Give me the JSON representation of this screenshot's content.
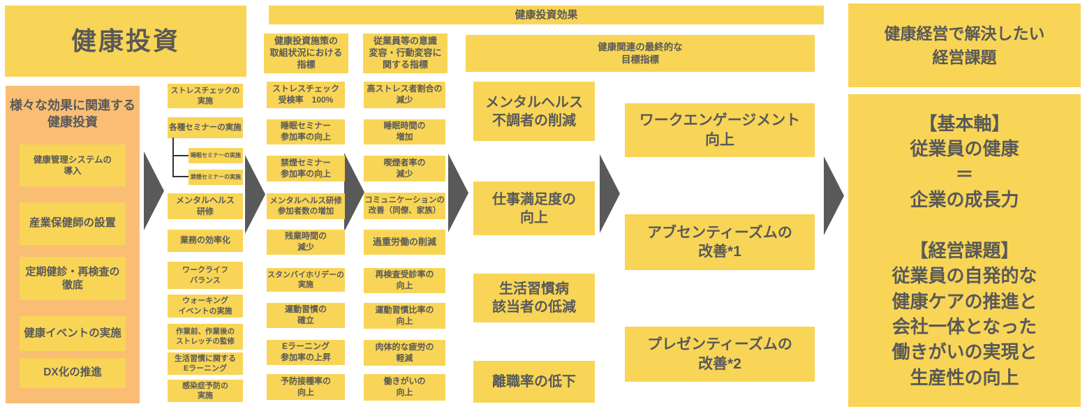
{
  "colors": {
    "box_yellow": "#F8D556",
    "panel_orange": "#F9BE73",
    "arrow_gray": "#595959",
    "text_gray": "#595959",
    "background": "#FFFFFF"
  },
  "title": {
    "label": "健康投資"
  },
  "investments": {
    "header": "様々な効果に関連する\n健康投資",
    "items": [
      "健康管理システムの\n導入",
      "産業保健師の設置",
      "定期健診・再検査の\n徹底",
      "健康イベントの実施",
      "DX化の推進"
    ]
  },
  "measures": {
    "items": [
      "ストレスチェックの\n実施",
      "各種セミナーの実施",
      "メンタルヘルス\n研修",
      "業務の効率化",
      "ワークライフ\nバランス",
      "ウォーキング\nイベントの実施",
      "作業前、作業後の\nストレッチの監修",
      "生活習慣に関する\nEラーニング",
      "感染症予防の\n実施"
    ],
    "sub_items": [
      "睡眠セミナーの実施",
      "禁煙セミナーの実施"
    ]
  },
  "effects_banner": "健康投資効果",
  "col_headers": {
    "initiative": "健康投資施策の\n取組状況における\n指標",
    "awareness": "従業員等の意識\n変容・行動変容に\n関する指標",
    "final": "健康関連の最終的な\n目標指標"
  },
  "initiative_indicators": [
    "ストレスチェック\n受検率　100%",
    "睡眠セミナー\n参加率の向上",
    "禁煙セミナー\n参加率の向上",
    "メンタルヘルス研修\n参加者数の増加",
    "残業時間の\n減少",
    "スタンバイホリデーの\n実施",
    "運動習慣の\n確立",
    "Eラーニング\n参加率の上昇",
    "予防接種率の\n向上"
  ],
  "awareness_indicators": [
    "高ストレス者割合の\n減少",
    "睡眠時間の\n増加",
    "喫煙者率の\n減少",
    "コミュニケーションの\n改善（同僚、家族）",
    "過重労働の削減",
    "再検査受診率の\n向上",
    "運動習慣比率の\n向上",
    "肉体的な疲労の\n軽減",
    "働きがいの\n向上"
  ],
  "final_targets": [
    "メンタルヘルス\n不調者の削減",
    "仕事満足度の\n向上",
    "生活習慣病\n該当者の低減",
    "離職率の低下"
  ],
  "outcomes": [
    "ワークエンゲージメント\n向上",
    "アブセンティーズムの\n改善*1",
    "プレゼンティーズムの\n改善*2"
  ],
  "management": {
    "header": "健康経営で解決したい\n経営課題",
    "body": "【基本軸】\n従業員の健康\n＝\n企業の成長力\n\n【経営課題】\n従業員の自発的な\n健康ケアの推進と\n会社一体となった\n働きがいの実現と\n生産性の向上"
  }
}
